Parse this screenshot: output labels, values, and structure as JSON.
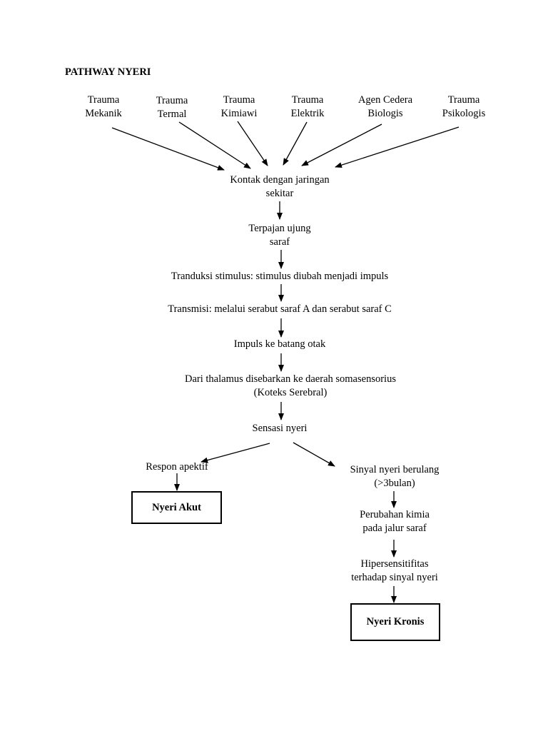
{
  "title": "PATHWAY NYERI",
  "causes": [
    {
      "line1": "Trauma",
      "line2": "Mekanik"
    },
    {
      "line1": "Trauma",
      "line2": "Termal"
    },
    {
      "line1": "Trauma",
      "line2": "Kimiawi"
    },
    {
      "line1": "Trauma",
      "line2": "Elektrik"
    },
    {
      "line1": "Agen Cedera",
      "line2": "Biologis"
    },
    {
      "line1": "Trauma",
      "line2": "Psikologis"
    }
  ],
  "steps": {
    "kontak": {
      "line1": "Kontak dengan jaringan",
      "line2": "sekitar"
    },
    "terpajan": {
      "line1": "Terpajan ujung",
      "line2": "saraf"
    },
    "tranduksi": "Tranduksi stimulus: stimulus diubah menjadi impuls",
    "transmisi": "Transmisi: melalui serabut saraf A dan serabut saraf C",
    "impuls": "Impuls ke batang otak",
    "thalamus": {
      "line1": "Dari thalamus disebarkan ke daerah somasensorius",
      "line2": "(Koteks Serebral)"
    },
    "sensasi": "Sensasi nyeri"
  },
  "left_branch": {
    "respon": "Respon apektif",
    "outcome": "Nyeri Akut"
  },
  "right_branch": {
    "sinyal": {
      "line1": "Sinyal nyeri berulang",
      "line2": "(>3bulan)"
    },
    "perubahan": {
      "line1": "Perubahan kimia",
      "line2": "pada jalur saraf"
    },
    "hipersensitifitas": {
      "line1": "Hipersensitifitas",
      "line2": "terhadap sinyal nyeri"
    },
    "outcome": "Nyeri Kronis"
  }
}
